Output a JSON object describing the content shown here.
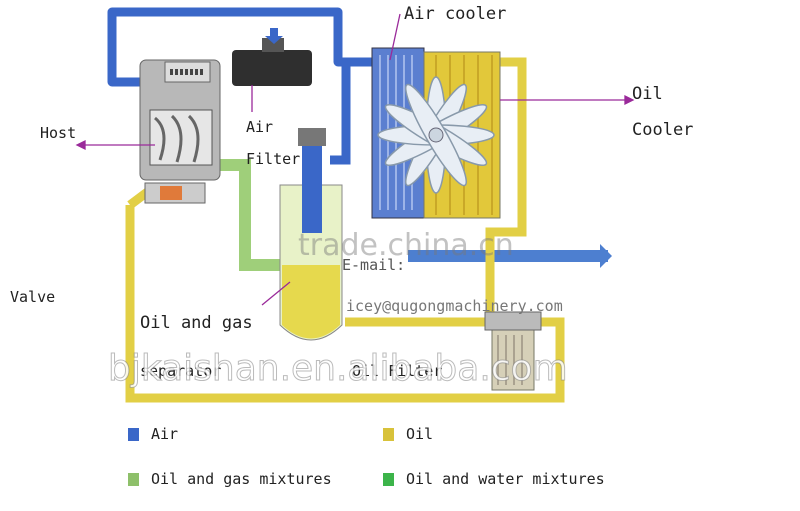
{
  "labels": {
    "air_cooler": "Air cooler",
    "host": "Host",
    "air_filter_line1": "Air",
    "air_filter_line2": "Filter",
    "oil_cooler_line1": "Oil",
    "oil_cooler_line2": "Cooler",
    "valve": "Valve",
    "oil_and_gas": "Oil and gas",
    "email": "E-mail:",
    "email_address": "icey@qugongmachinery.com",
    "separator": "separator",
    "oil_filter": "Oil Filter"
  },
  "legend": [
    {
      "label": "Air",
      "color": "#3a67c8"
    },
    {
      "label": "Oil",
      "color": "#d8c23a"
    },
    {
      "label": "Oil and gas mixtures",
      "color": "#8ec06a"
    },
    {
      "label": "Oil and water mixtures",
      "color": "#3cb44a"
    }
  ],
  "watermarks": {
    "trade": "trade.china.cn",
    "alibaba": "bjkaishan.en.alibaba.com"
  },
  "colors": {
    "air": "#3a67c8",
    "oil": "#e2cf45",
    "mixture": "#9fcf7a",
    "arrow": "#9a2a9a"
  }
}
